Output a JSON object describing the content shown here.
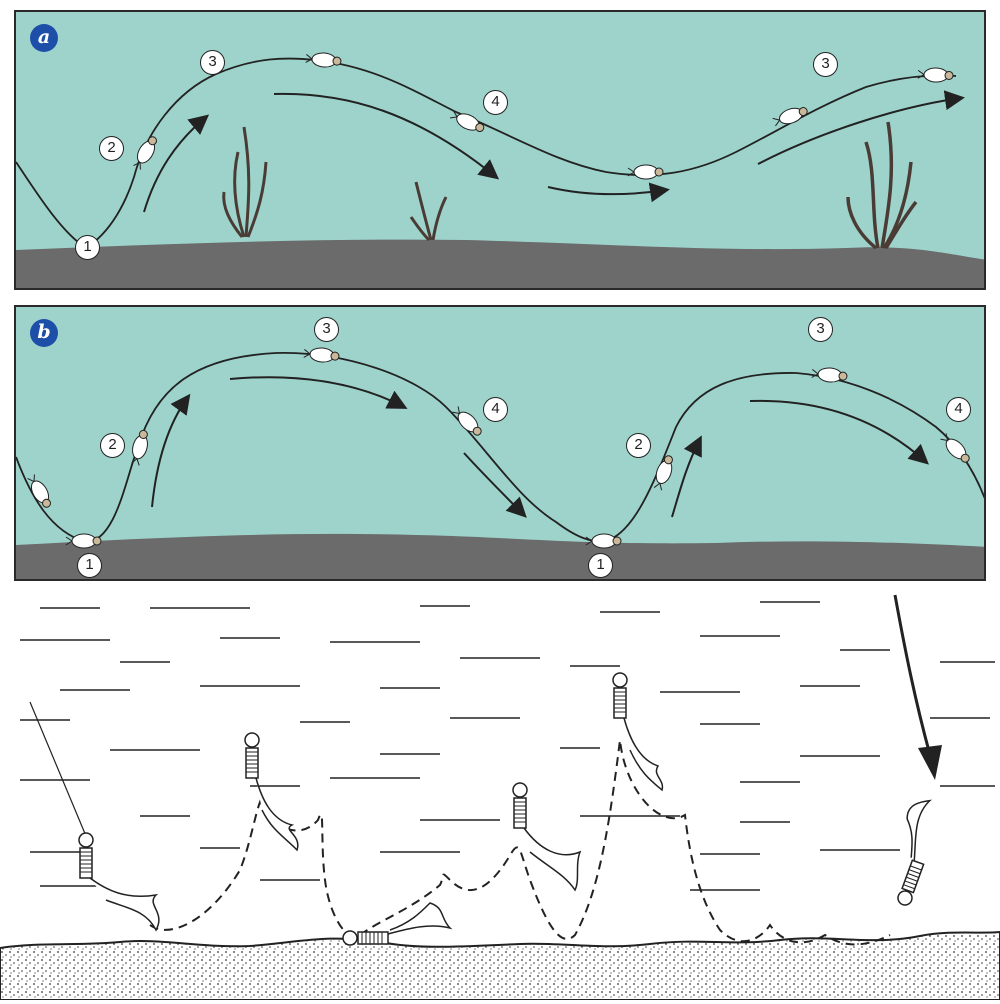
{
  "panel_a": {
    "badge": "a",
    "markers": [
      "1",
      "2",
      "3",
      "4",
      "3"
    ]
  },
  "panel_b": {
    "badge": "b",
    "markers": [
      "1",
      "2",
      "3",
      "4",
      "1",
      "2",
      "3",
      "4"
    ]
  },
  "colors": {
    "water": "#9ed3cc",
    "ground": "#6b6b6b",
    "badge": "#1d4fa8",
    "line": "#222222"
  },
  "bottom_illustration": {
    "description_icons": [
      "jig-lure-icon",
      "fishing-line-icon",
      "arrow-down-icon"
    ]
  }
}
